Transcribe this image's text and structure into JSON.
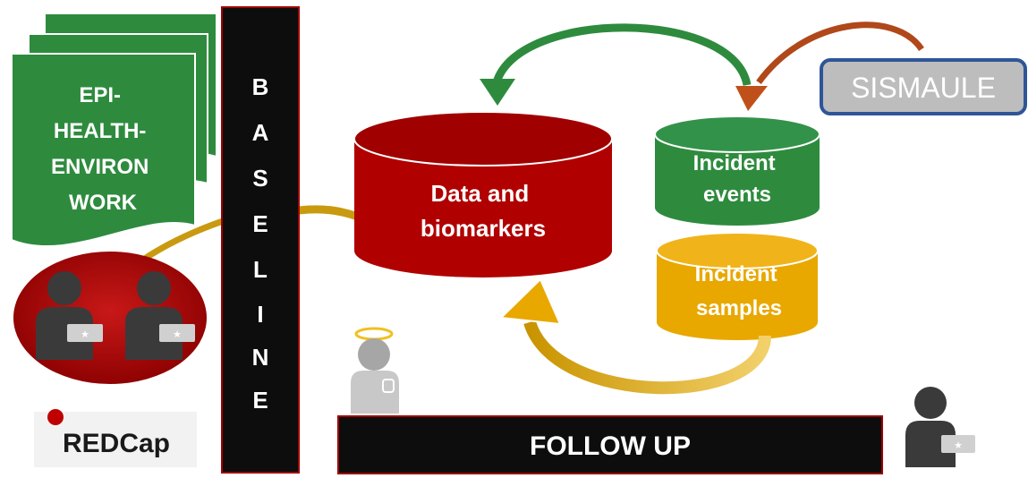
{
  "colors": {
    "green": "#2e8b3e",
    "dark_red": "#a00000",
    "gold": "#e8a800",
    "black": "#111111",
    "sismaule_border": "#2f5597",
    "sismaule_fill": "#bdbdbd"
  },
  "documents": {
    "lines": [
      "EPI-",
      "HEALTH-",
      "ENVIRON",
      "WORK"
    ]
  },
  "baseline": {
    "letters": [
      "B",
      "A",
      "S",
      "E",
      "L",
      "I",
      "N",
      "E"
    ]
  },
  "database": {
    "lines": [
      "Data and",
      "biomarkers"
    ]
  },
  "incident_events": {
    "lines": [
      "Incident",
      "events"
    ]
  },
  "incident_samples": {
    "lines": [
      "Incident",
      "samples"
    ]
  },
  "sismaule": {
    "label": "SISMAULE"
  },
  "follow_up": {
    "label": "FOLLOW UP"
  },
  "redcap": {
    "label": "REDCap"
  },
  "icons": [
    "document-stack-icon",
    "user-laptop-icon",
    "angel-patient-icon",
    "redcap-logo",
    "circular-arrow-icon"
  ]
}
